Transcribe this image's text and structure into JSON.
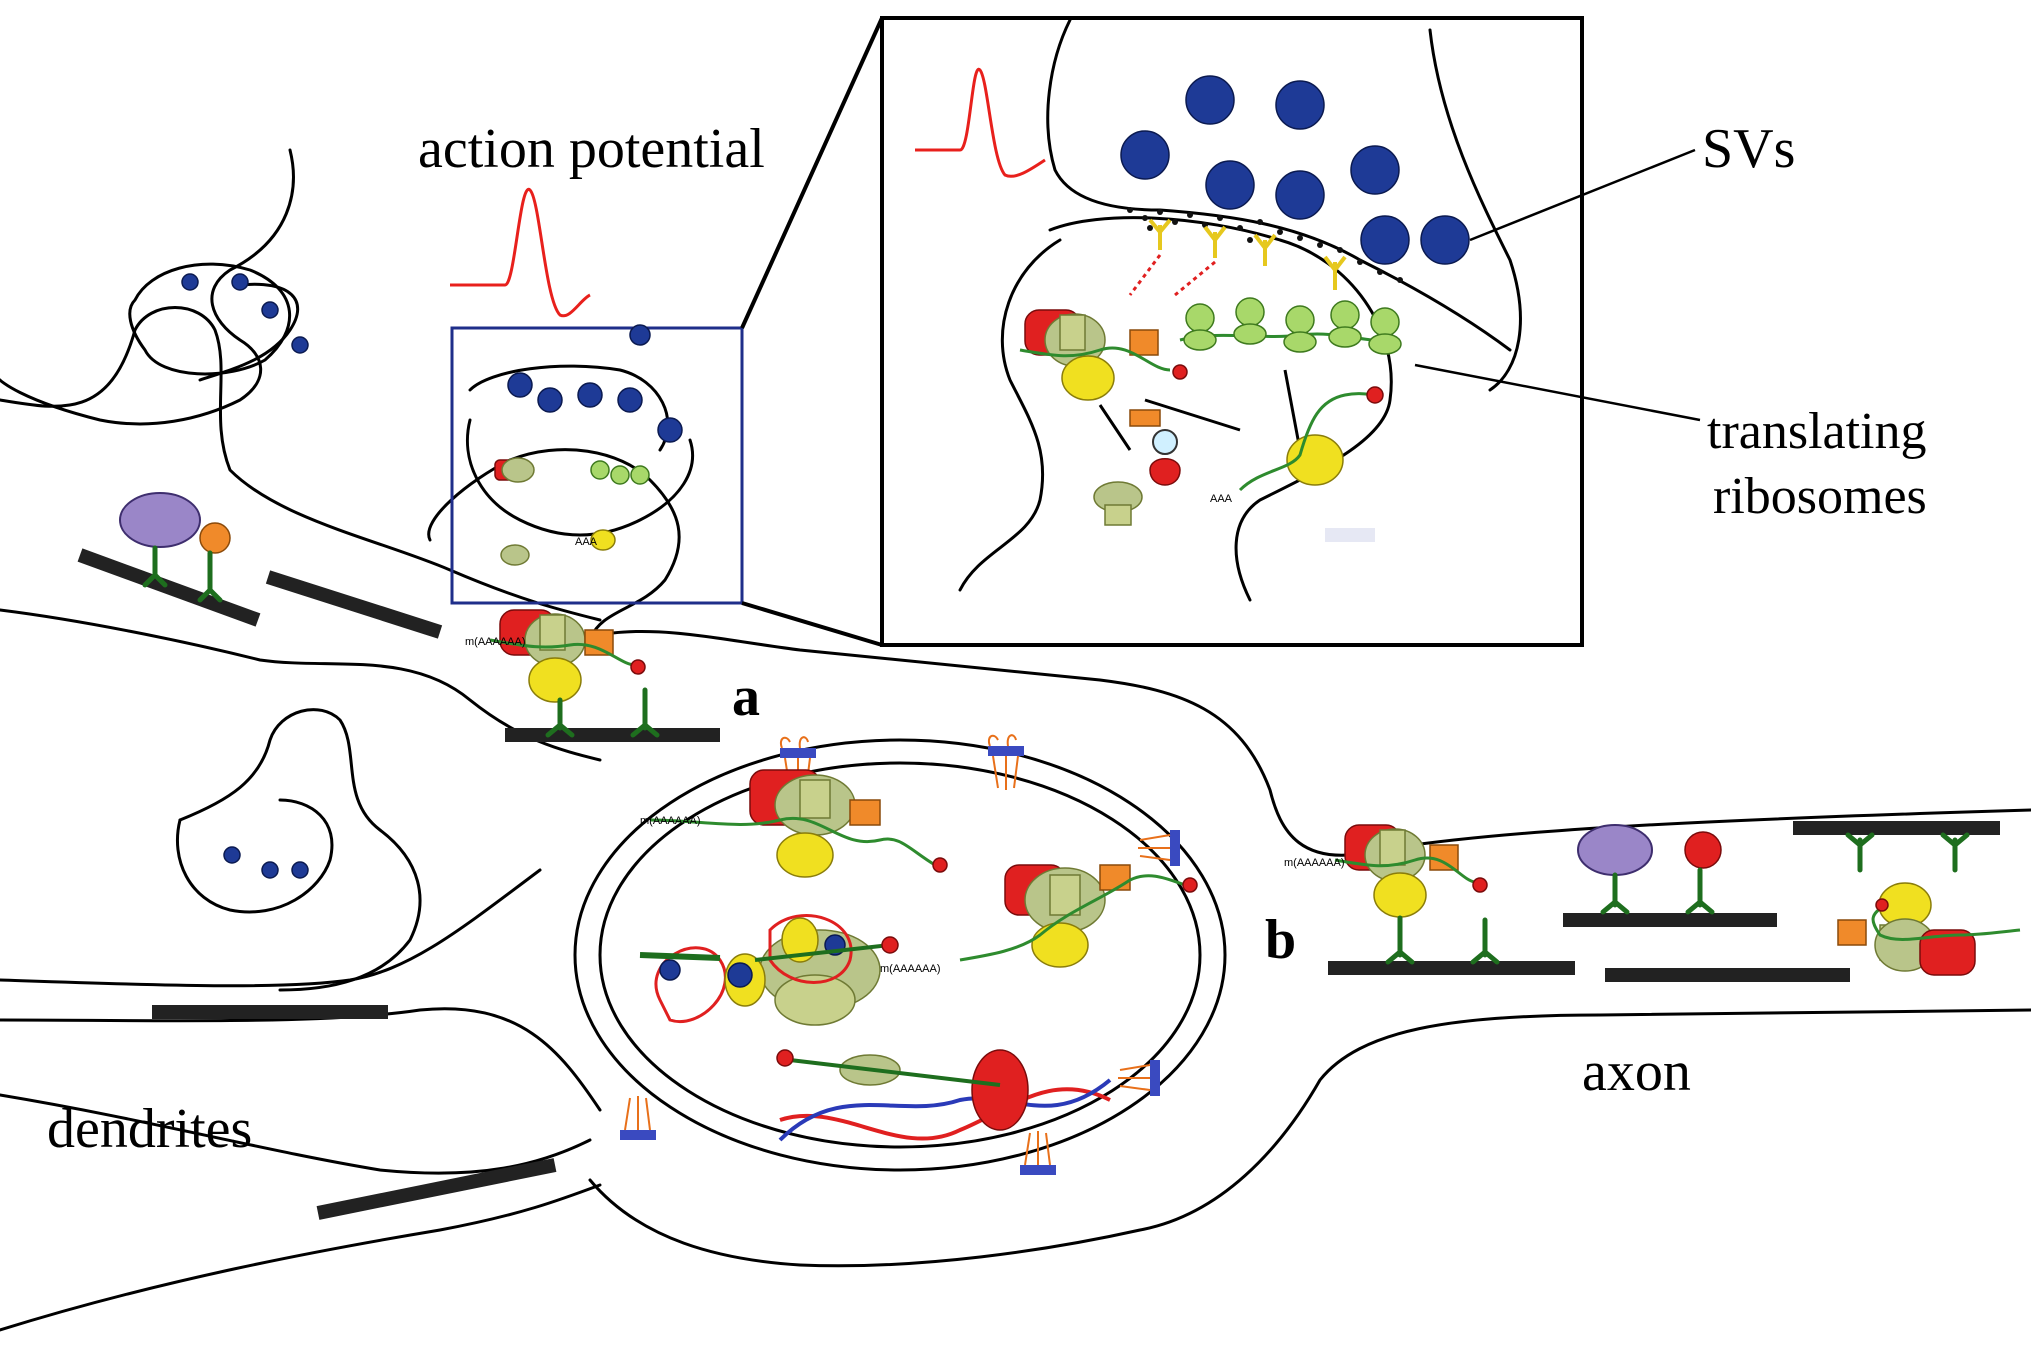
{
  "labels": {
    "action_potential": "action potential",
    "svs": "SVs",
    "translating_ribosomes_line1": "translating",
    "translating_ribosomes_line2": "ribosomes",
    "panel_a": "a",
    "panel_b": "b",
    "axon": "axon",
    "dendrites": "dendrites"
  },
  "polyA": {
    "inset_small": "AAA",
    "inset_large": "AAA",
    "dendrite_granule": "m(AAAAAA)",
    "nucleus_top": "m(AAAAAA)",
    "nucleus_right": "m(AAAAAA)",
    "axon_left": "m(AAAAAA)"
  },
  "colors": {
    "synaptic_vesicle": "#1e3a96",
    "action_potential_trace": "#e8201c",
    "inset_box_small": "#1f2e8a",
    "ribosome": "#c8d18c",
    "mrna": "#2e8b2e",
    "rbp_red": "#e02020",
    "rbp_yellow": "#f0e020",
    "rbp_orange": "#f08a2a",
    "microtubule": "#222222",
    "nuclear_pore": "#3a4ac0",
    "mitochondrion": "#9a86c8"
  },
  "icons": [
    "synaptic-vesicle-icon",
    "ribosome-icon",
    "rna-granule-icon",
    "motor-protein-icon",
    "mitochondrion-icon",
    "nuclear-pore-icon",
    "dna-helix-icon",
    "action-potential-trace-icon"
  ]
}
